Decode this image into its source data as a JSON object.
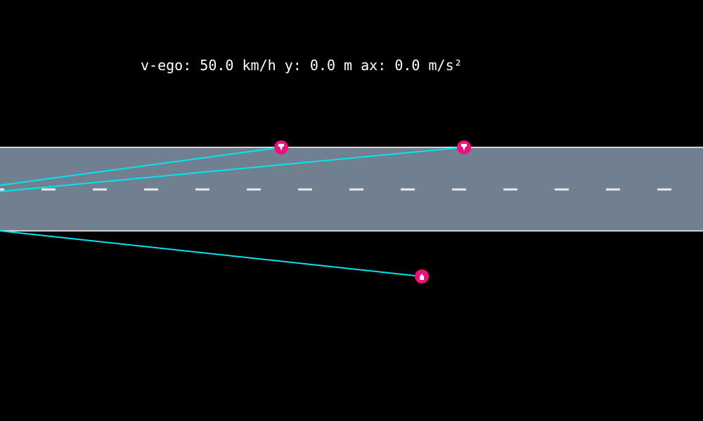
{
  "hud": {
    "speed_label": "v-ego:",
    "speed_value": "50.0",
    "speed_unit": "km/h",
    "lateral_label": "y:",
    "lateral_value": "0.0",
    "lateral_unit": "m",
    "accel_label": "ax:",
    "accel_value": "0.0",
    "accel_unit": "m/s²"
  },
  "colors": {
    "background": "#000000",
    "road": "#708090",
    "road_edge": "#d3d3d3",
    "lane_marking": "#e8e8e8",
    "sensor_ray": "#00e5ee",
    "target": "#f0107a",
    "target_glyph": "#ffffff",
    "hud_text": "#ffffff"
  },
  "icons": {
    "target_toward": "arrow-down-icon",
    "target_away": "arrow-up-icon"
  }
}
